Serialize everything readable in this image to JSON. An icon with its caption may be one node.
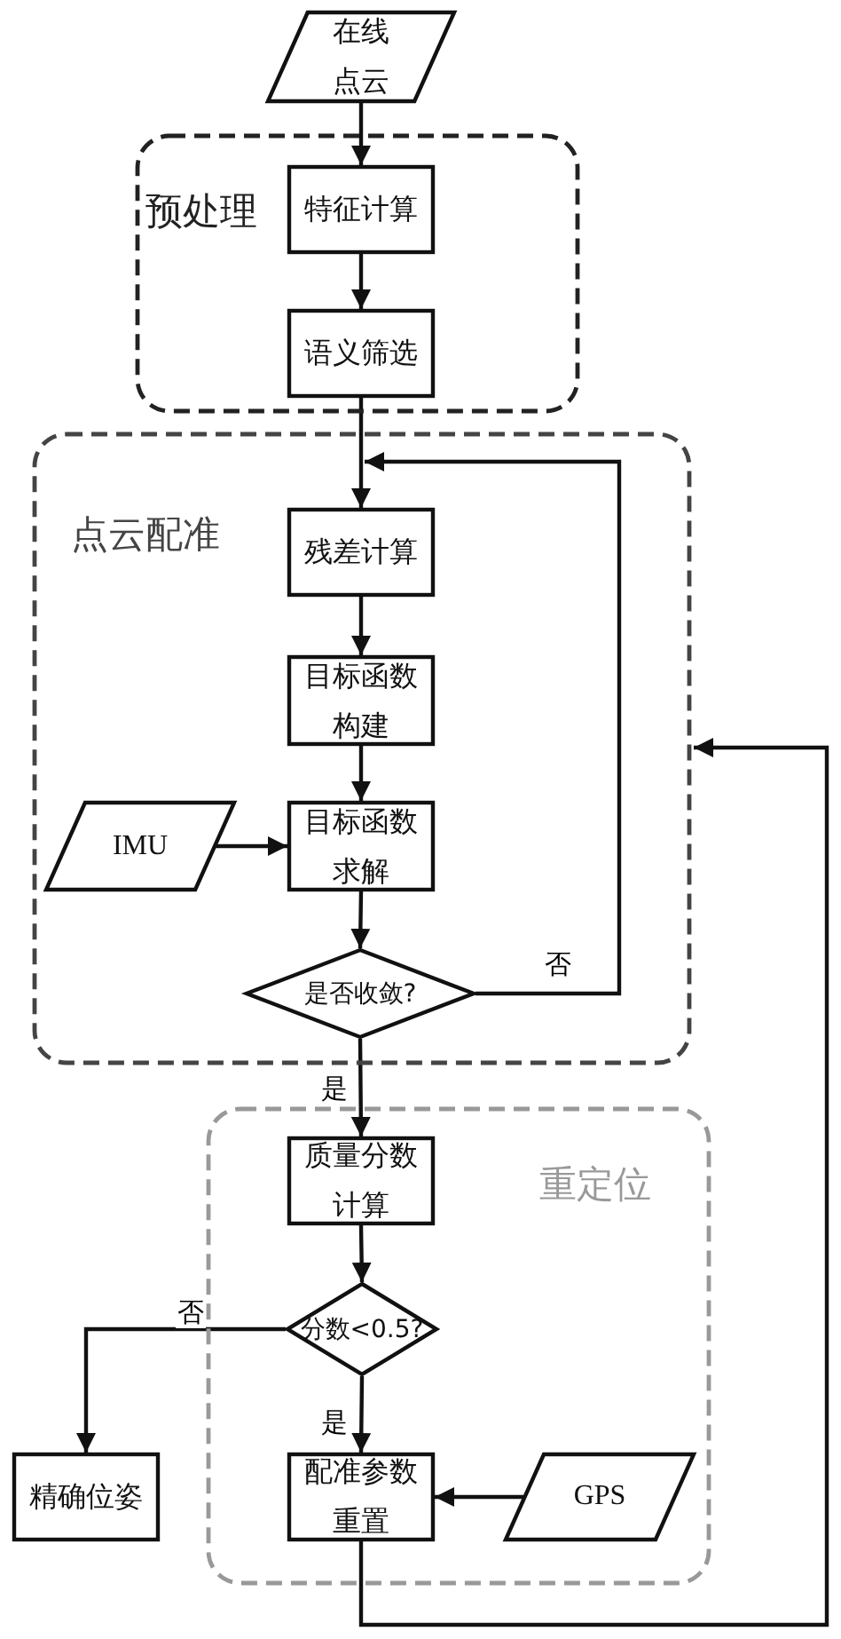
{
  "diagram": {
    "nodes": [
      {
        "text": [
          "在线点云"
        ]
      },
      {
        "text": [
          "预处理"
        ]
      },
      {
        "text": [
          "特征计算"
        ],
        "in": 1
      },
      {
        "text": [
          "语义筛选"
        ],
        "in": 1
      },
      {
        "text": [
          "点云配准"
        ]
      },
      {
        "text": [
          "残差计算"
        ],
        "in": 4
      },
      {
        "text": [
          "目标函数构建"
        ],
        "in": 4
      },
      {
        "text": [
          "目标函数求解"
        ],
        "in": 4
      },
      {
        "text": [
          "IMU"
        ],
        "in": 4
      },
      {
        "text": [
          "是否收敛?"
        ],
        "in": 4
      },
      {
        "text": [
          "重定位"
        ]
      },
      {
        "text": [
          "质量分数计算"
        ],
        "in": 10
      },
      {
        "text": [
          "分数<0.5?"
        ],
        "in": 10
      },
      {
        "text": [
          "精确位姿"
        ]
      },
      {
        "text": [
          "配准参数重置"
        ],
        "in": 10
      },
      {
        "text": [
          "GPS"
        ],
        "in": 10
      }
    ],
    "edges": [
      {
        "from": 0,
        "to": 2,
        "arrow": "to"
      },
      {
        "from": 2,
        "to": 3,
        "arrow": "to"
      },
      {
        "from": 3,
        "to": 5,
        "arrow": "to"
      },
      {
        "from": 5,
        "to": 6,
        "arrow": "to"
      },
      {
        "from": 6,
        "to": 7,
        "arrow": "to"
      },
      {
        "from": 8,
        "to": 7,
        "arrow": "to"
      },
      {
        "from": 7,
        "to": 9,
        "arrow": "to"
      },
      {
        "from": 9,
        "to": 5,
        "arrow": "to",
        "label": "否"
      },
      {
        "from": 9,
        "to": 11,
        "arrow": "to",
        "label": "是"
      },
      {
        "from": 11,
        "to": 12,
        "arrow": "to"
      },
      {
        "from": 12,
        "to": 13,
        "arrow": "to",
        "label": "否"
      },
      {
        "from": 12,
        "to": 14,
        "arrow": "to",
        "label": "是"
      },
      {
        "from": 15,
        "to": 14,
        "arrow": "to"
      },
      {
        "from": 14,
        "to": 4,
        "arrow": "to"
      }
    ]
  }
}
